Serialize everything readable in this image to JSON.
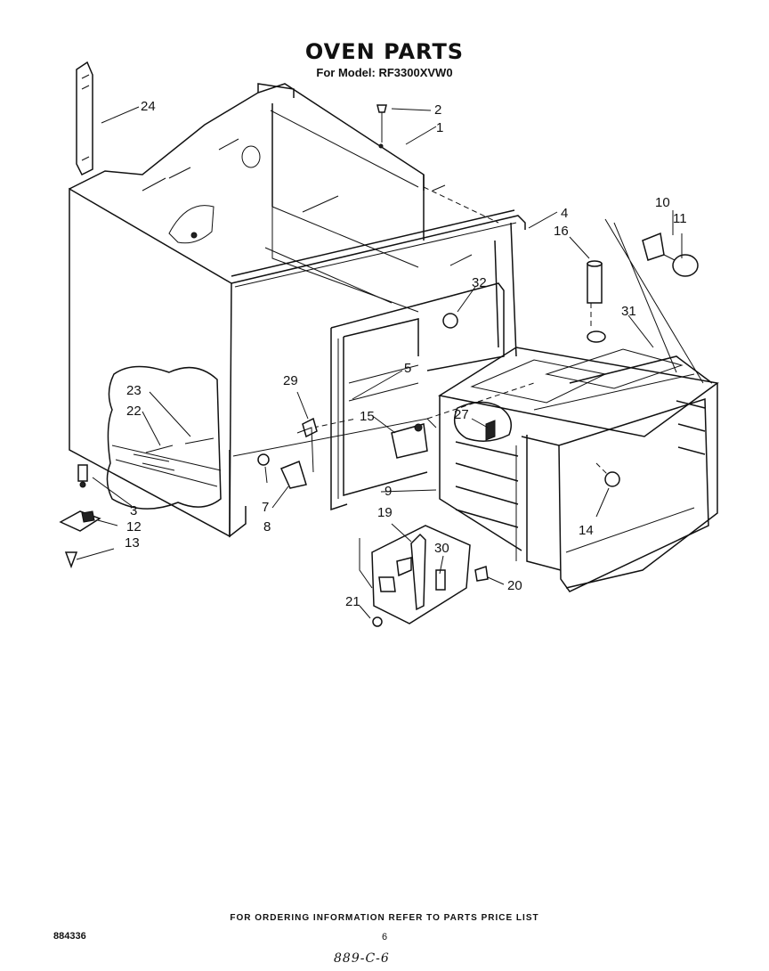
{
  "header": {
    "title": "OVEN PARTS",
    "subtitle": "For Model: RF3300XVW0"
  },
  "footer": {
    "ordering_note": "FOR ORDERING INFORMATION REFER TO PARTS PRICE LIST",
    "document_number": "884336",
    "page_number": "6",
    "handwritten_note": "889-C-6"
  },
  "callouts": {
    "c1": "1",
    "c2": "2",
    "c3": "3",
    "c4": "4",
    "c5": "5",
    "c7": "7",
    "c8": "8",
    "c9": "9",
    "c10": "10",
    "c11": "11",
    "c12": "12",
    "c13": "13",
    "c14": "14",
    "c15": "15",
    "c16": "16",
    "c19": "19",
    "c20": "20",
    "c21": "21",
    "c22": "22",
    "c23": "23",
    "c24": "24",
    "c27": "27",
    "c29": "29",
    "c30": "30",
    "c31": "31",
    "c32": "32"
  }
}
